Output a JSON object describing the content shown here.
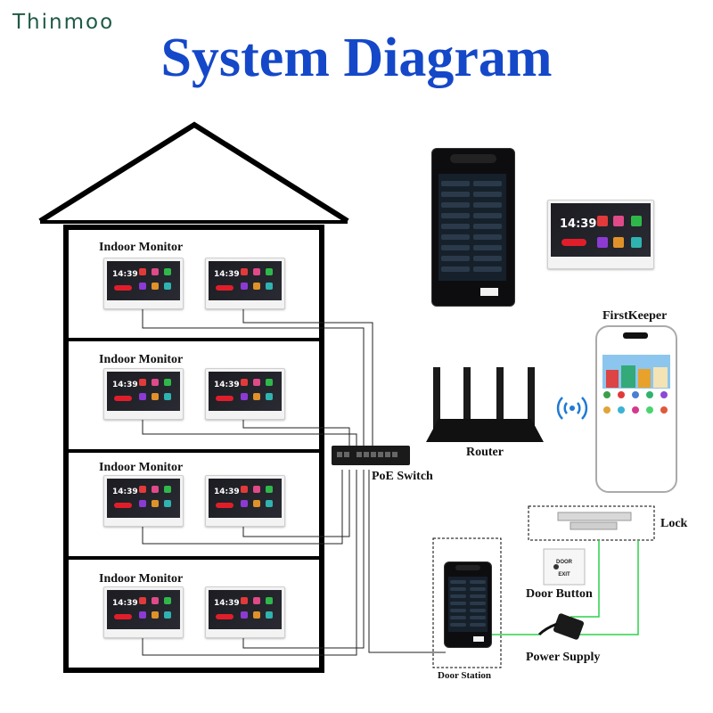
{
  "brand": "Thinmoo",
  "title": "System Diagram",
  "floors": [
    {
      "label": "Indoor Monitor",
      "time": "14:39"
    },
    {
      "label": "Indoor Monitor",
      "time": "14:39"
    },
    {
      "label": "Indoor Monitor",
      "time": "14:39"
    },
    {
      "label": "Indoor Monitor",
      "time": "14:39"
    }
  ],
  "devices": {
    "poe_switch": "PoE Switch",
    "router": "Router",
    "app": "FirstKeeper",
    "lock": "Lock",
    "door_button": "Door Button",
    "door_button_plate": [
      "DOOR",
      "EXIT"
    ],
    "power_supply": "Power Supply",
    "door_station": "Door Station",
    "monitor_time": "14:39"
  },
  "colors": {
    "title": "#1448c9",
    "brand": "#1f5a43",
    "wire": "#222222",
    "power_wire": "#2bd24a",
    "wifi": "#1e7ad6"
  }
}
